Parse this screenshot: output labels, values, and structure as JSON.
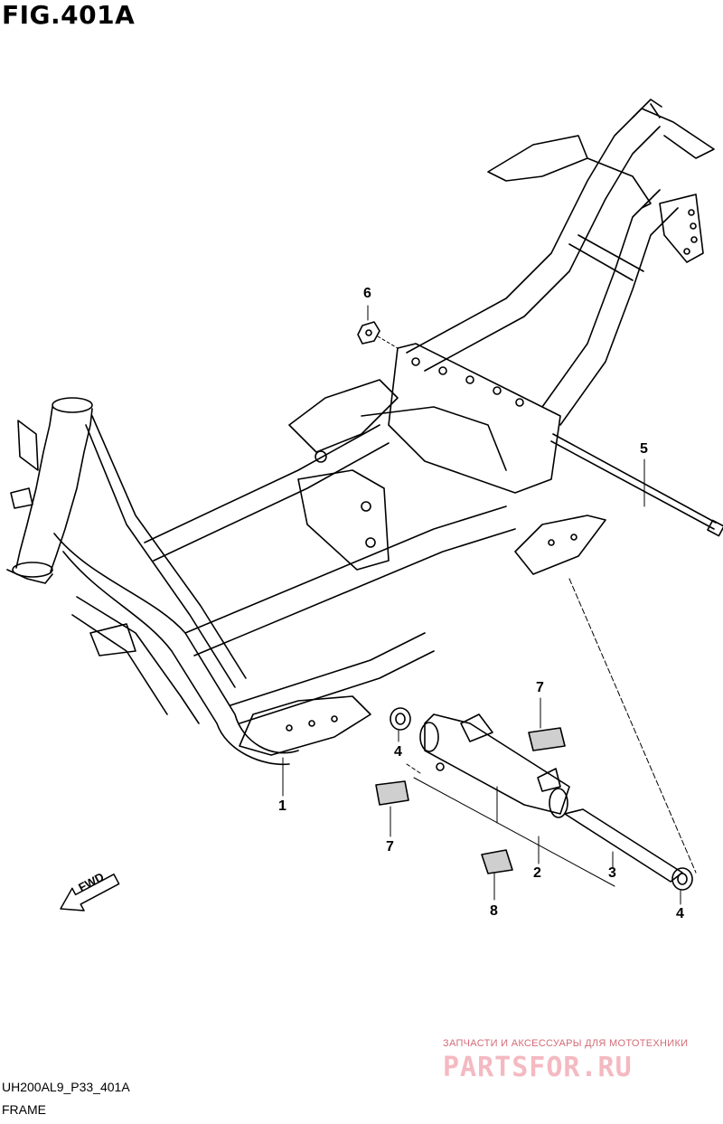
{
  "figure": {
    "title": "FIG.401A",
    "code": "UH200AL9_P33_401A",
    "caption": "FRAME"
  },
  "callouts": [
    {
      "id": "c1",
      "label": "1"
    },
    {
      "id": "c2",
      "label": "2"
    },
    {
      "id": "c3",
      "label": "3"
    },
    {
      "id": "c4a",
      "label": "4"
    },
    {
      "id": "c4b",
      "label": "4"
    },
    {
      "id": "c5",
      "label": "5"
    },
    {
      "id": "c6",
      "label": "6"
    },
    {
      "id": "c7a",
      "label": "7"
    },
    {
      "id": "c7b",
      "label": "7"
    },
    {
      "id": "c8",
      "label": "8"
    }
  ],
  "direction_marker": {
    "label": "FWD",
    "icon": "fwd-arrow-icon"
  },
  "watermark": {
    "line1": "ЗАПЧАСТИ И АКСЕССУАРЫ ДЛЯ МОТОТЕХНИКИ",
    "line2": "PARTSFOR.RU"
  }
}
